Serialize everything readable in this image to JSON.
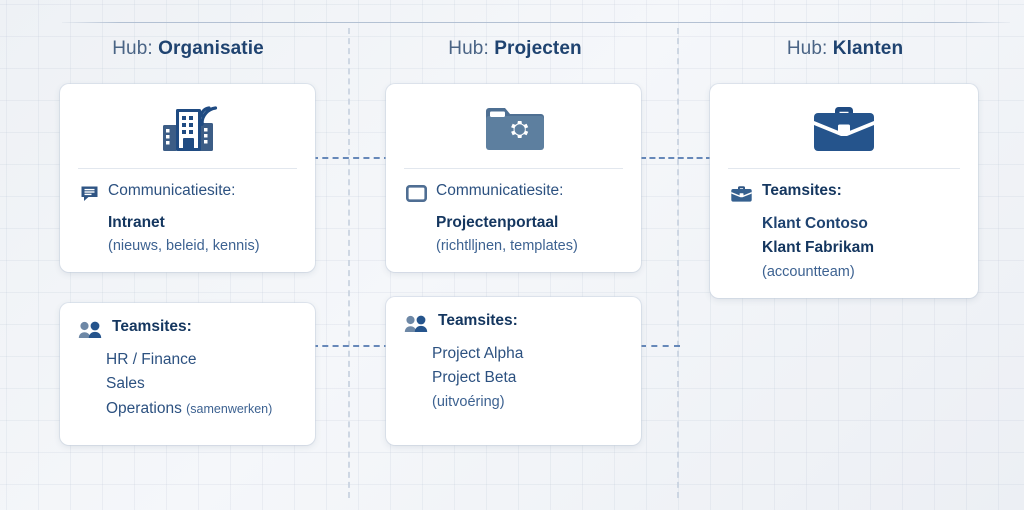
{
  "columns": [
    {
      "heading_prefix": "Hub: ",
      "heading_name": "Organisatie",
      "top_card": {
        "hero_icon": "building-wifi-icon",
        "row_icon": "speech-bubble-icon",
        "label": "Communicatiesite:",
        "title": "Intranet",
        "note": "(nieuws, beleid, kennis)"
      },
      "bottom_card": {
        "row_icon": "people-icon",
        "label": "Teamsites:",
        "items": [
          "HR / Finance",
          "Sales"
        ],
        "last_item": "Operations",
        "last_item_note": "(samenwerken)"
      }
    },
    {
      "heading_prefix": "Hub: ",
      "heading_name": "Projecten",
      "top_card": {
        "hero_icon": "folder-gear-icon",
        "row_icon": "monitor-icon",
        "label": "Communicatiesite:",
        "title": "Projectenportaal",
        "note": "(richtlljnen, templates)"
      },
      "bottom_card": {
        "row_icon": "people-icon",
        "label": "Teamsites:",
        "items": [
          "Project Alpha",
          "Project Beta"
        ],
        "note": "(uitvoéring)"
      }
    },
    {
      "heading_prefix": "Hub: ",
      "heading_name": "Klanten",
      "top_card": {
        "hero_icon": "briefcase-icon",
        "row_icon": "briefcase-small-icon",
        "label": "Teamsites:",
        "item_1": "Klant Contoso",
        "item_2": "Klant Fabrikam",
        "note": "(accountteam)"
      }
    }
  ],
  "colors": {
    "heading_text": "#4a6485",
    "heading_accent": "#1f4370",
    "body_text": "#2c5180",
    "icon_dark": "#1f4b82",
    "icon_muted": "#5d7c9e",
    "connector": "#5b7fb4",
    "rail": "#c8d2e0",
    "card_bg": "#ffffff",
    "page_bg": "#f3f5f8"
  }
}
